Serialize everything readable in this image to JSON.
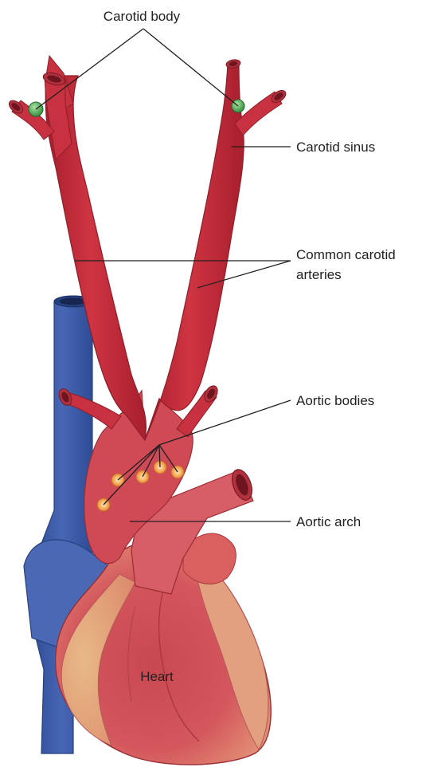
{
  "labels": {
    "carotid_body": "Carotid body",
    "carotid_sinus": "Carotid sinus",
    "common_carotid_line1": "Common carotid",
    "common_carotid_line2": "arteries",
    "aortic_bodies": "Aortic bodies",
    "aortic_arch": "Aortic arch",
    "heart": "Heart"
  },
  "colors": {
    "artery": "#c8313f",
    "artery_dark": "#8f1d2a",
    "artery_lumen": "#7a1520",
    "aorta": "#d45660",
    "vein": "#3f5ea8",
    "vein_dark": "#26407f",
    "heart_base": "#d9535c",
    "heart_light": "#e6b383",
    "chemoreceptor_green": "#4caf50",
    "chemoreceptor_orange": "#f2a14a"
  }
}
